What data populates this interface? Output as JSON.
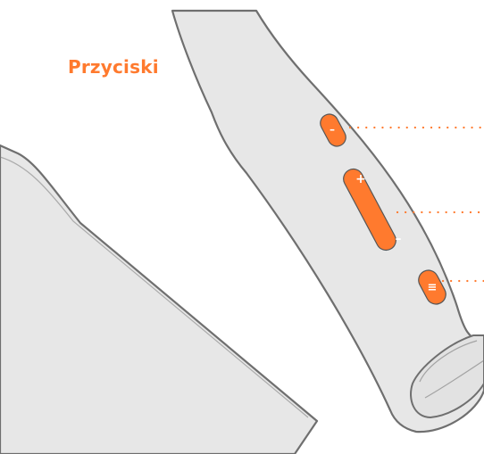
{
  "title": "Przyciski",
  "colors": {
    "accent": "#ff7a2e",
    "device_fill": "#e6e6e6",
    "device_stroke": "#6c6c6c",
    "button_symbol": "#ffffff"
  },
  "buttons": [
    {
      "name": "single-button",
      "symbol": "–"
    },
    {
      "name": "volume-rocker",
      "symbol_top": "+",
      "symbol_bottom": "–"
    },
    {
      "name": "menu-button",
      "symbol": "≡"
    }
  ]
}
